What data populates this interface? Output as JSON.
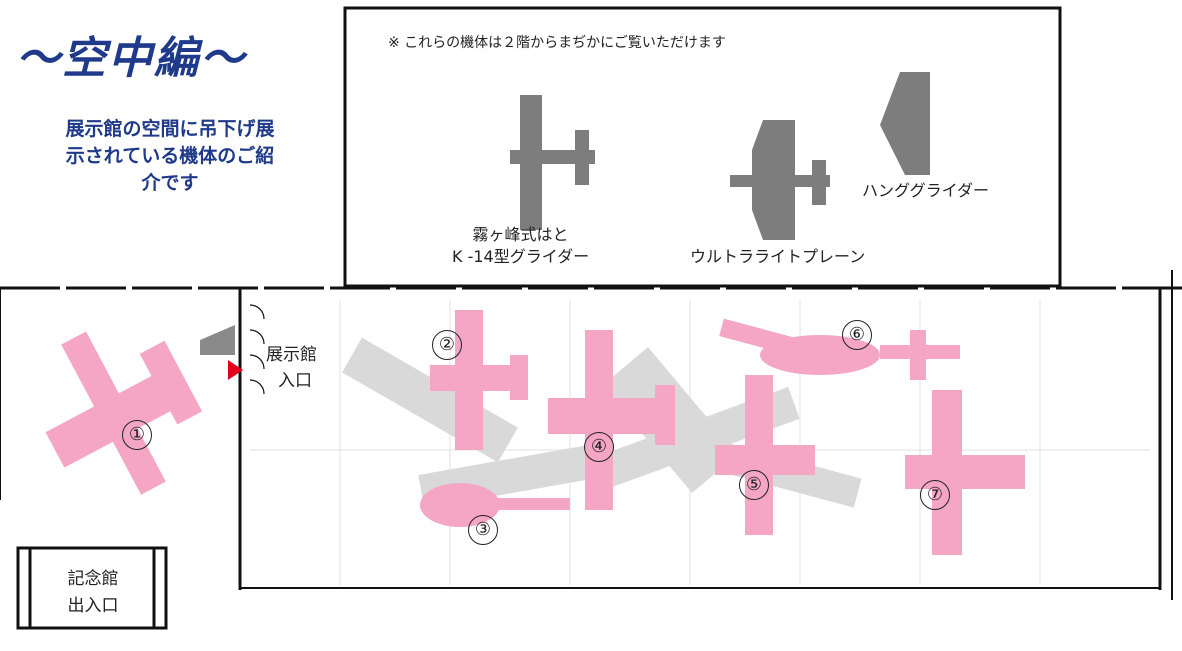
{
  "title": "〜空中編〜",
  "intro": "展示館の空間に吊下げ展示されている機体のご紹介です",
  "upper_floor": {
    "note": "※ これらの機体は２階からまぢかにご覧いただけます",
    "aircraft": [
      {
        "name_line1": "霧ヶ峰式はと",
        "name_line2": "K -14型グライダー"
      },
      {
        "name": "ウルトラライトプレーン"
      },
      {
        "name": "ハンググライダー"
      }
    ]
  },
  "entrance": {
    "line1": "展示館",
    "line2": "入口"
  },
  "memorial": {
    "line1": "記念館",
    "line2": "出入口"
  },
  "markers": [
    "①",
    "②",
    "③",
    "④",
    "⑤",
    "⑥",
    "⑦"
  ],
  "colors": {
    "title": "#1f3a8a",
    "aircraft_pink": "#f4a6c4",
    "aircraft_gray": "#7d7d7d",
    "shadow_gray": "#d6d6d6",
    "entrance_arrow": "#e3001b"
  }
}
